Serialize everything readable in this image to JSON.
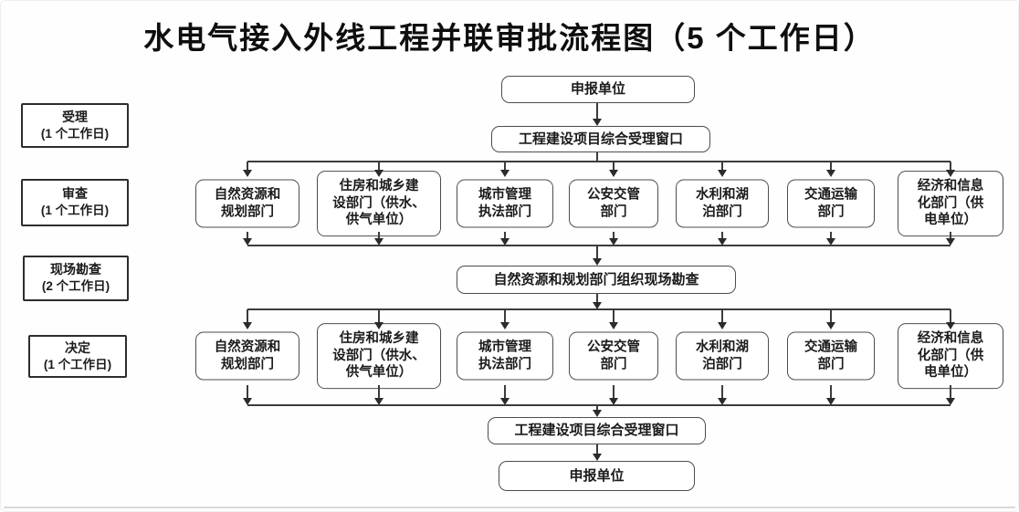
{
  "title": "水电气接入外线工程并联审批流程图（5 个工作日）",
  "stages": [
    {
      "name": "受理",
      "duration": "(1 个工作日)"
    },
    {
      "name": "审查",
      "duration": "(1 个工作日)"
    },
    {
      "name": "现场勘查",
      "duration": "(2 个工作日)"
    },
    {
      "name": "决定",
      "duration": "(1 个工作日)"
    }
  ],
  "nodes": {
    "applicant_top": "申报单位",
    "window_top": "工程建设项目综合受理窗口",
    "site_survey": "自然资源和规划部门组织现场勘查",
    "window_bottom": "工程建设项目综合受理窗口",
    "applicant_bottom": "申报单位"
  },
  "departments": [
    [
      "自然资源和",
      "规划部门"
    ],
    [
      "住房和城乡建",
      "设部门（供水、",
      "供气单位）"
    ],
    [
      "城市管理",
      "执法部门"
    ],
    [
      "公安交管",
      "部门"
    ],
    [
      "水利和湖",
      "泊部门"
    ],
    [
      "交通运输",
      "部门"
    ],
    [
      "经济和信息",
      "化部门（供",
      "电单位）"
    ]
  ],
  "colors": {
    "line": "#3c3c3c",
    "box_border": "#4d4d4d",
    "stage_border": "#2d2d2d",
    "text": "#1b1b1b"
  }
}
